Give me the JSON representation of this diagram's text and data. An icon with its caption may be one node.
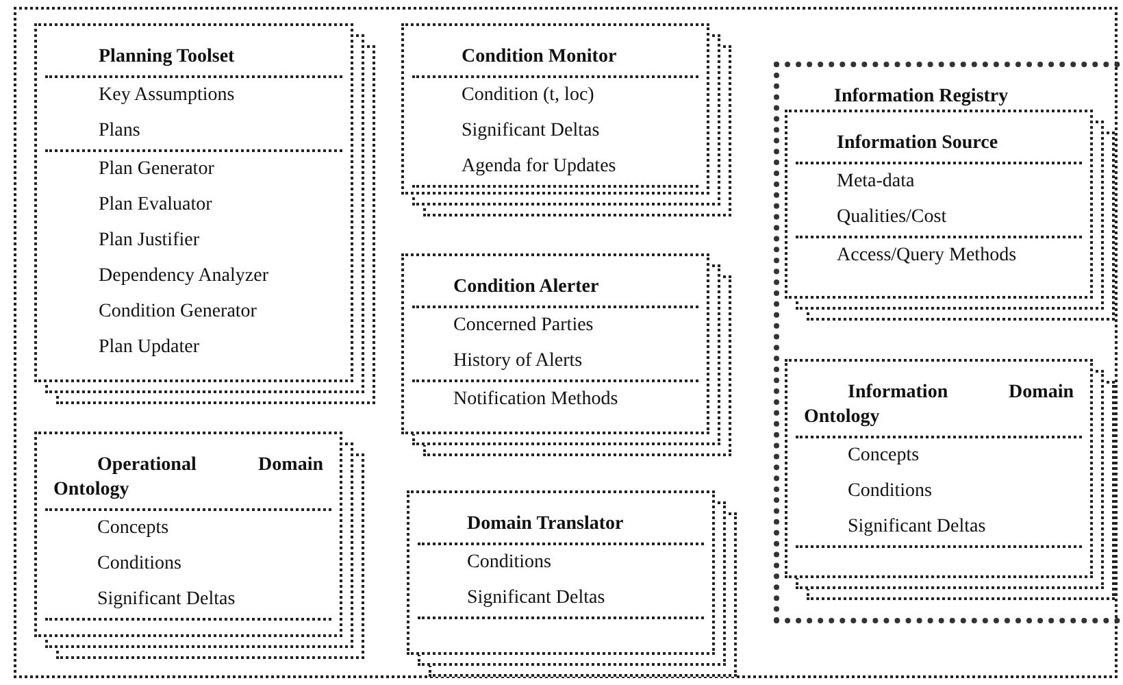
{
  "diagram": {
    "nodes": [
      {
        "text": [],
        "shape": "box"
      },
      {
        "text": [
          "Planning Toolset",
          "Key Assumptions",
          "Plans",
          "Plan Generator",
          "Plan Evaluator",
          "Plan Justifier",
          "Dependency Analyzer",
          "Condition Generator",
          "Plan Updater"
        ],
        "in": 0
      },
      {
        "text": [
          "Condition Monitor",
          "Condition (t, loc)",
          "Significant Deltas",
          "Agenda for Updates"
        ],
        "in": 0
      },
      {
        "text": [
          "Information Registry"
        ],
        "in": 0
      },
      {
        "text": [
          "Information Source",
          "Meta-data",
          "Qualities/Cost",
          "Access/Query Methods"
        ],
        "in": 3
      },
      {
        "text": [
          "Condition Alerter",
          "Concerned Parties",
          "History of Alerts",
          "Notification Methods"
        ],
        "in": 0
      },
      {
        "text": [
          "Information Domain Ontology",
          "Concepts",
          "Conditions",
          "Significant Deltas"
        ],
        "in": 3
      },
      {
        "text": [
          "Operational Domain Ontology",
          "Concepts",
          "Conditions",
          "Significant Deltas"
        ],
        "in": 0
      },
      {
        "text": [
          "Domain Translator",
          "Conditions",
          "Significant Deltas"
        ],
        "in": 0
      }
    ]
  }
}
